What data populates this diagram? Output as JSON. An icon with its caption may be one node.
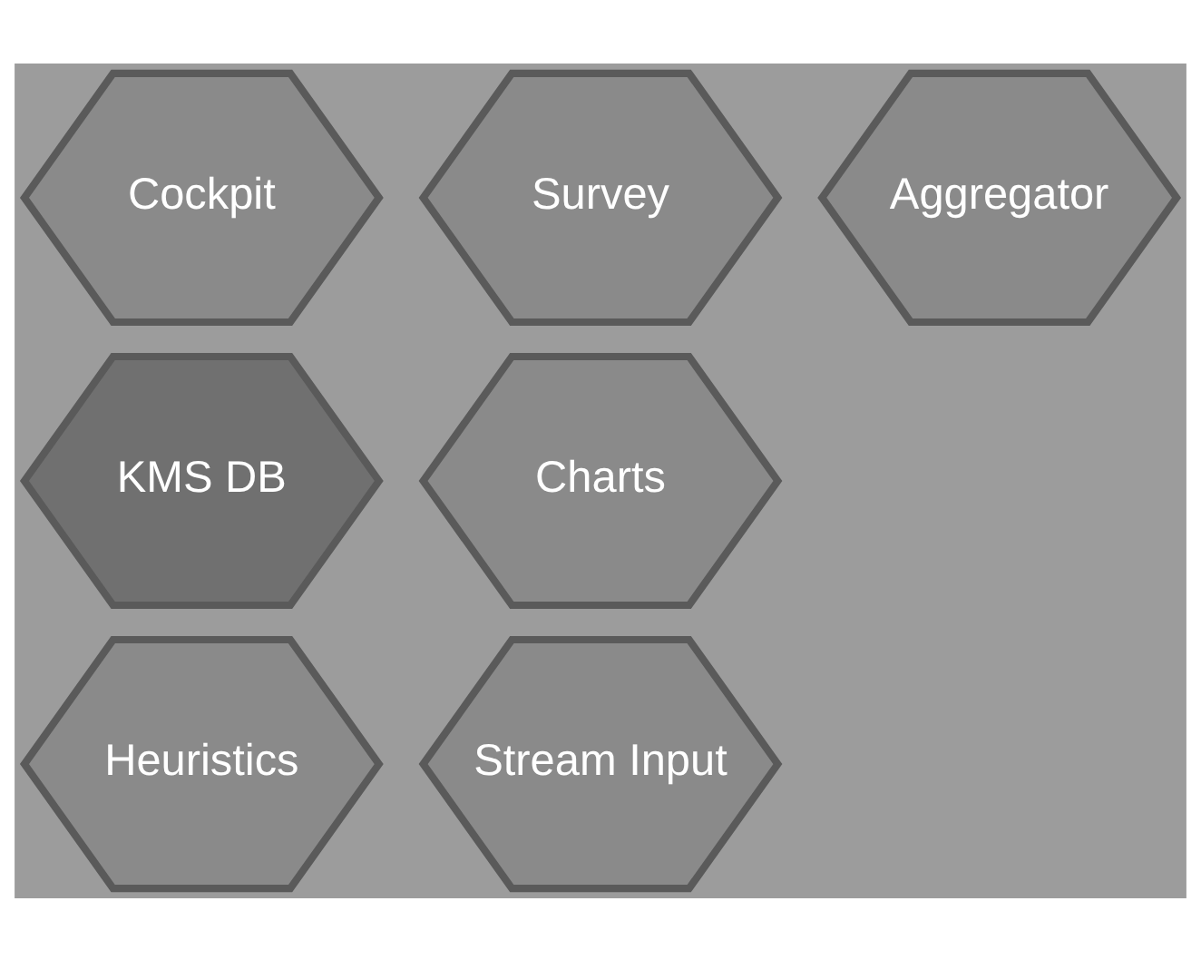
{
  "diagram": {
    "nodes": [
      {
        "text": [
          "Survey"
        ]
      },
      {
        "text": [
          "Aggregator"
        ]
      },
      {
        "text": [
          "Cockpit"
        ]
      },
      {
        "text": [
          "KMS DB"
        ]
      },
      {
        "text": [
          "Charts"
        ]
      },
      {
        "text": [
          "Heuristics"
        ]
      },
      {
        "text": [
          "Stream Input"
        ]
      }
    ]
  }
}
